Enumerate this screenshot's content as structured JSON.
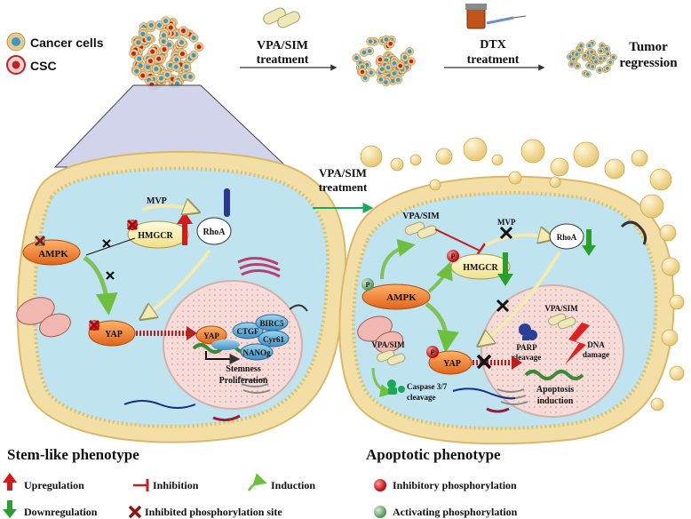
{
  "legend_top": {
    "cancer_cells": "Cancer cells",
    "csc": "CSC"
  },
  "top_flow": {
    "step1_line1": "VPA/SIM",
    "step1_line2": "treatment",
    "step2_line1": "DTX",
    "step2_line2": "treatment",
    "result_line1": "Tumor",
    "result_line2": "regression"
  },
  "middle_arrow": {
    "line1": "VPA/SIM",
    "line2": "treatment"
  },
  "left_cell": {
    "mvp": "MVP",
    "hmgcr": "HMGCR",
    "rhoa": "RhoA",
    "ampk": "AMPK",
    "yap": "YAP",
    "nucleus_yap": "YAP",
    "ctgf": "CTGF",
    "birc5": "BIRC5",
    "cyr61": "Cyr61",
    "nanog": "NANOg",
    "stemness": "Stemness",
    "proliferation": "Proliferation",
    "phenotype": "Stem-like  phenotype"
  },
  "right_cell": {
    "vpasim_top": "VPA/SIM",
    "mvp": "MVP",
    "rhoa": "RhoA",
    "hmgcr": "HMGCR",
    "ampk": "AMPK",
    "vpasim_nucleus": "VPA/SIM",
    "parp_line1": "PARP",
    "parp_line2": "cleavage",
    "dna_line1": "DNA",
    "dna_line2": "damage",
    "vpasim_left": "VPA/SIM",
    "yap": "YAP",
    "caspase_line1": "Caspase 3/7",
    "caspase_line2": "cleavage",
    "apoptosis_line1": "Apoptosis",
    "apoptosis_line2": "induction",
    "phenotype": "Apoptotic phenotype",
    "p_label": "P"
  },
  "legend_bottom": {
    "upregulation": "Upregulation",
    "downregulation": "Downregulation",
    "inhibition": "Inhibition",
    "inhibited_site": "Inhibited phosphorylation site",
    "induction": "Induction",
    "inhibitory_phos": "Inhibitory phosphorylation",
    "activating_phos": "Activating phosphorylation"
  },
  "colors": {
    "cytoplasm": "#bfe3ef",
    "membrane": "#f3dfa6",
    "nucleus": "#f6dcd8",
    "inhibitory_red": "#e02020",
    "activating_green": "#6fae6f",
    "induction_green": "#7fc25a",
    "teal_arrow": "#1aa85a"
  }
}
